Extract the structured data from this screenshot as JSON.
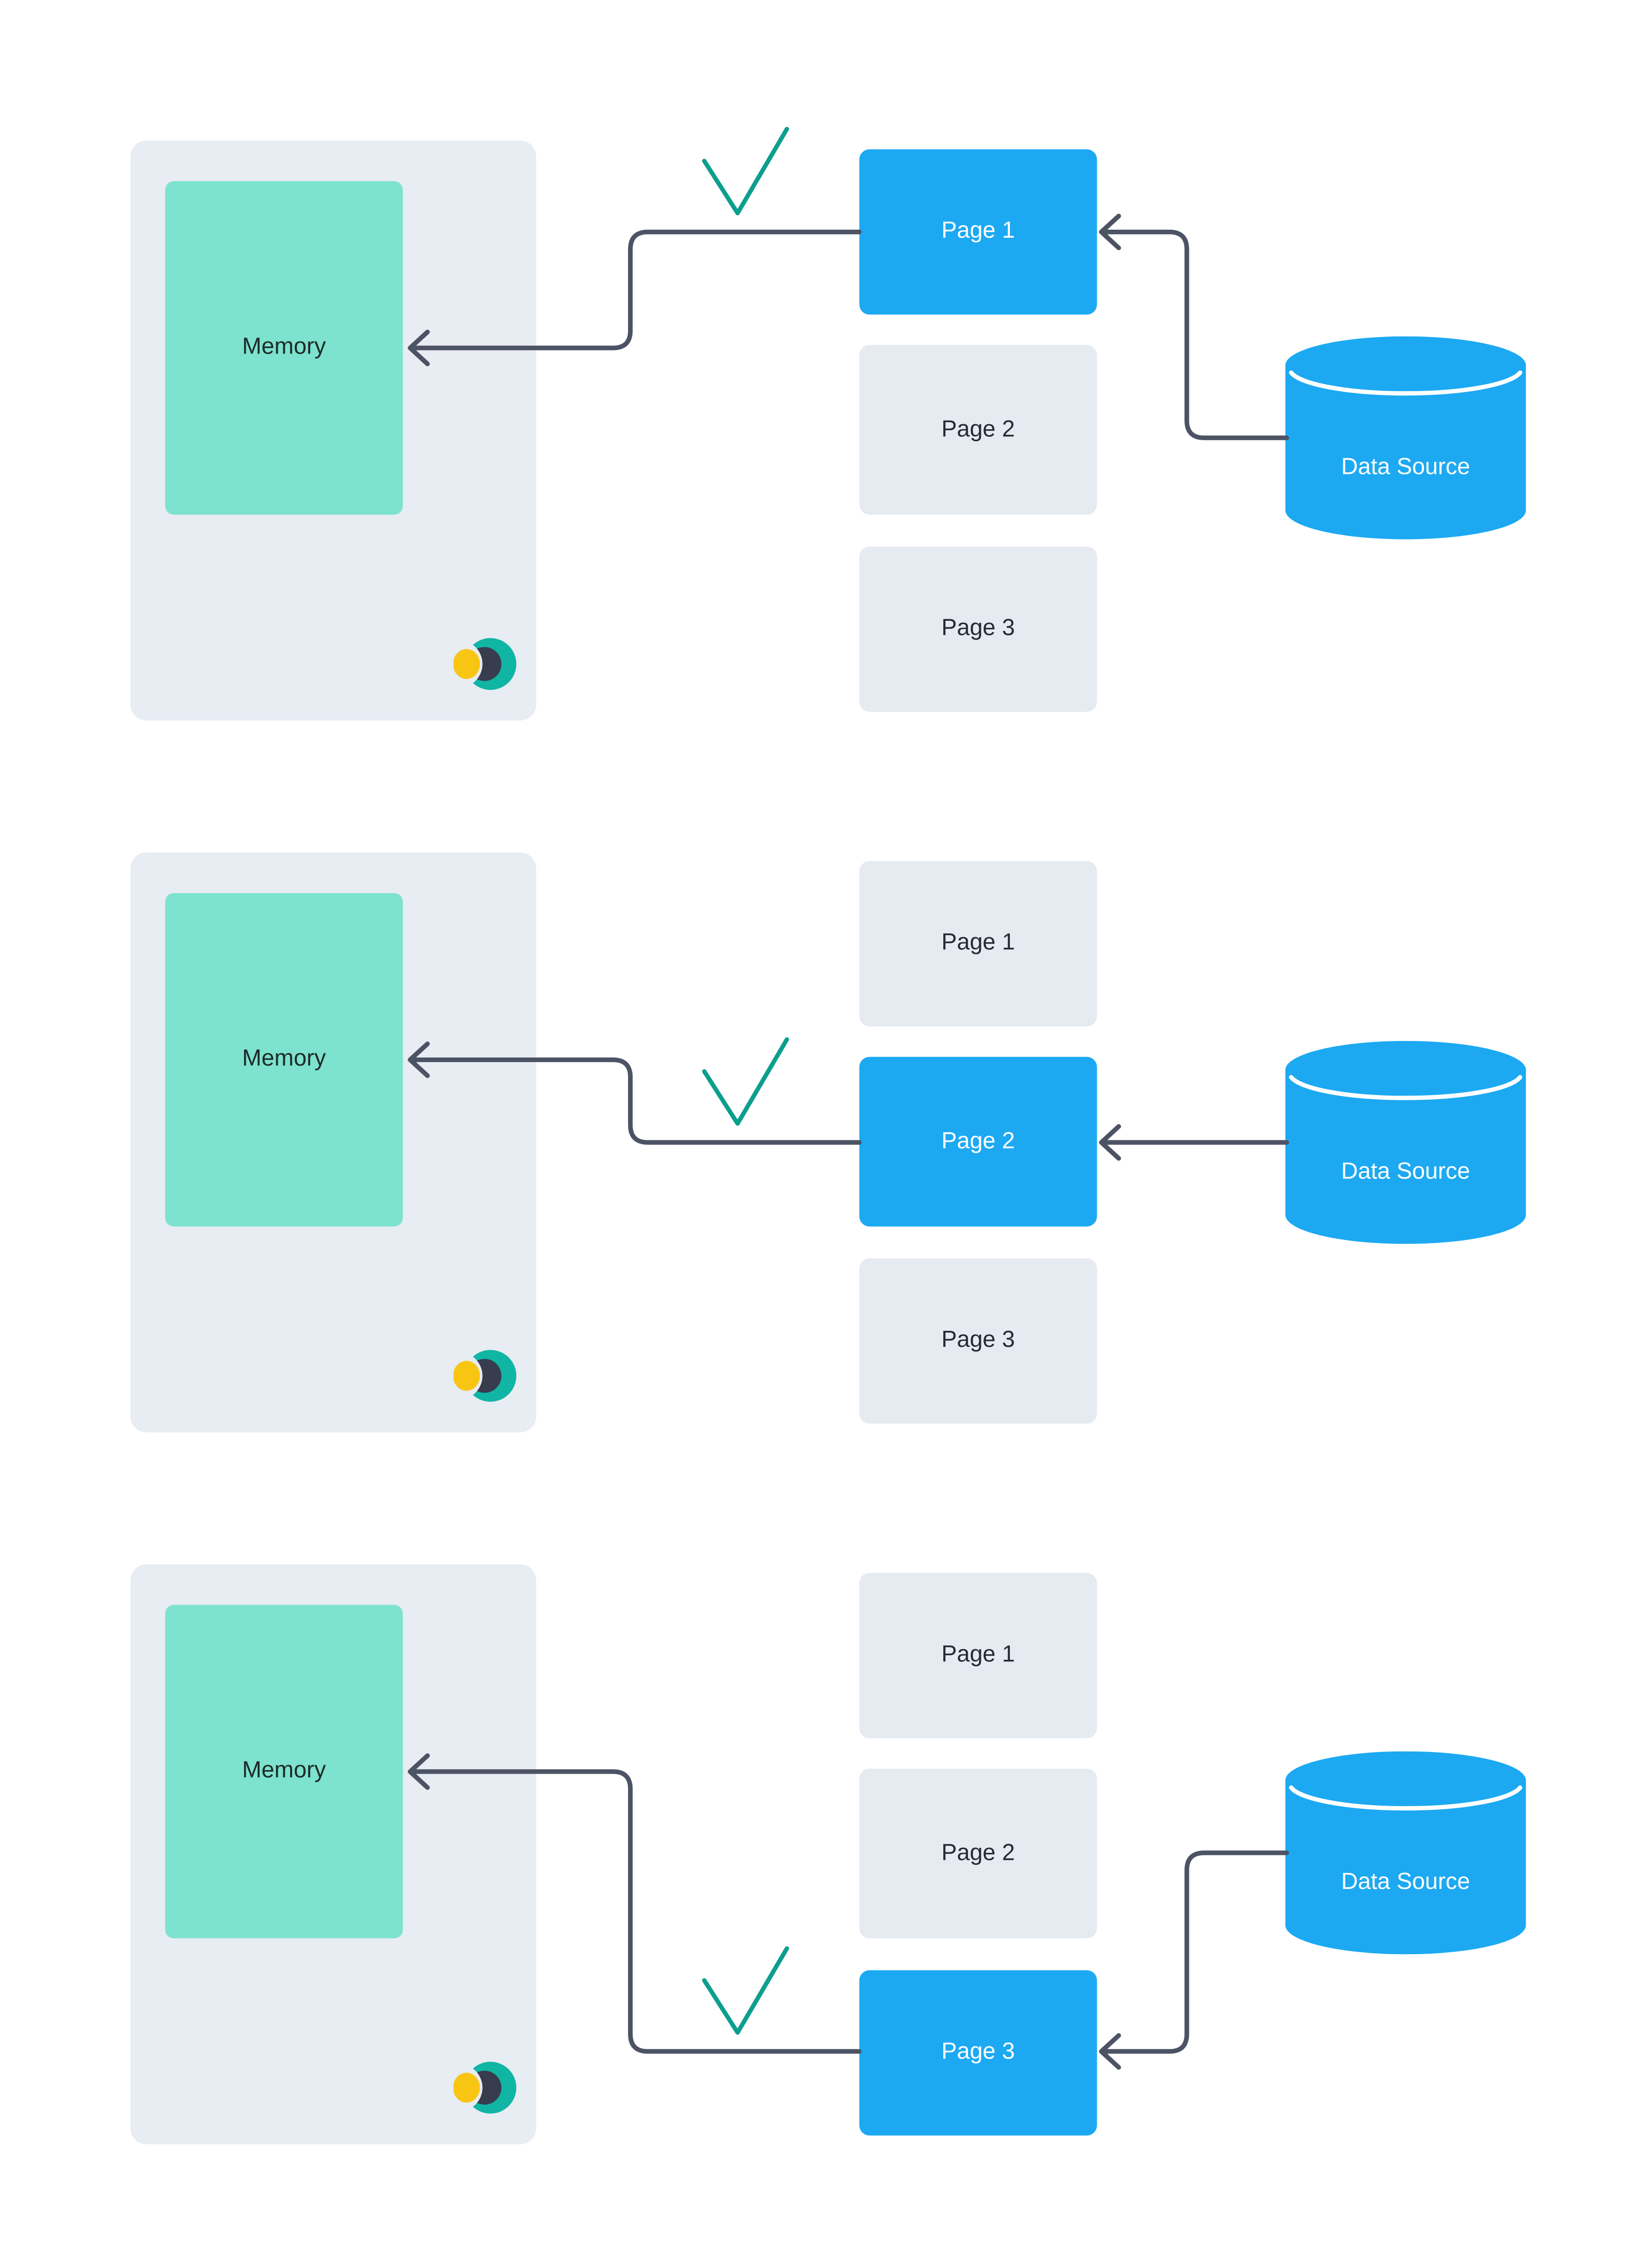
{
  "diagram": {
    "rows": [
      {
        "memory_label": "Memory",
        "pages": [
          {
            "label": "Page 1",
            "highlighted": true
          },
          {
            "label": "Page 2",
            "highlighted": false
          },
          {
            "label": "Page 3",
            "highlighted": false
          }
        ],
        "datasource_label": "Data Source",
        "checkmark_icon": "checkmark-icon",
        "logo_icon": "eclipse-logo-icon",
        "datasource_shape": "database-cylinder"
      },
      {
        "memory_label": "Memory",
        "pages": [
          {
            "label": "Page 1",
            "highlighted": false
          },
          {
            "label": "Page 2",
            "highlighted": true
          },
          {
            "label": "Page 3",
            "highlighted": false
          }
        ],
        "datasource_label": "Data Source",
        "checkmark_icon": "checkmark-icon",
        "logo_icon": "eclipse-logo-icon",
        "datasource_shape": "database-cylinder"
      },
      {
        "memory_label": "Memory",
        "pages": [
          {
            "label": "Page 1",
            "highlighted": false
          },
          {
            "label": "Page 2",
            "highlighted": false
          },
          {
            "label": "Page 3",
            "highlighted": true
          }
        ],
        "datasource_label": "Data Source",
        "checkmark_icon": "checkmark-icon",
        "logo_icon": "eclipse-logo-icon",
        "datasource_shape": "database-cylinder"
      }
    ],
    "colors": {
      "highlight_blue": "#1CA9F2",
      "memory_teal": "#7DE2CE",
      "panel_gray": "#E8ECF3",
      "page_gray": "#E6EAF1",
      "arrow": "#4C5364",
      "checkmark": "#0C9E8E",
      "logo_teal": "#10B5A4",
      "logo_dark": "#373D4D",
      "logo_yellow": "#F8C513"
    }
  }
}
